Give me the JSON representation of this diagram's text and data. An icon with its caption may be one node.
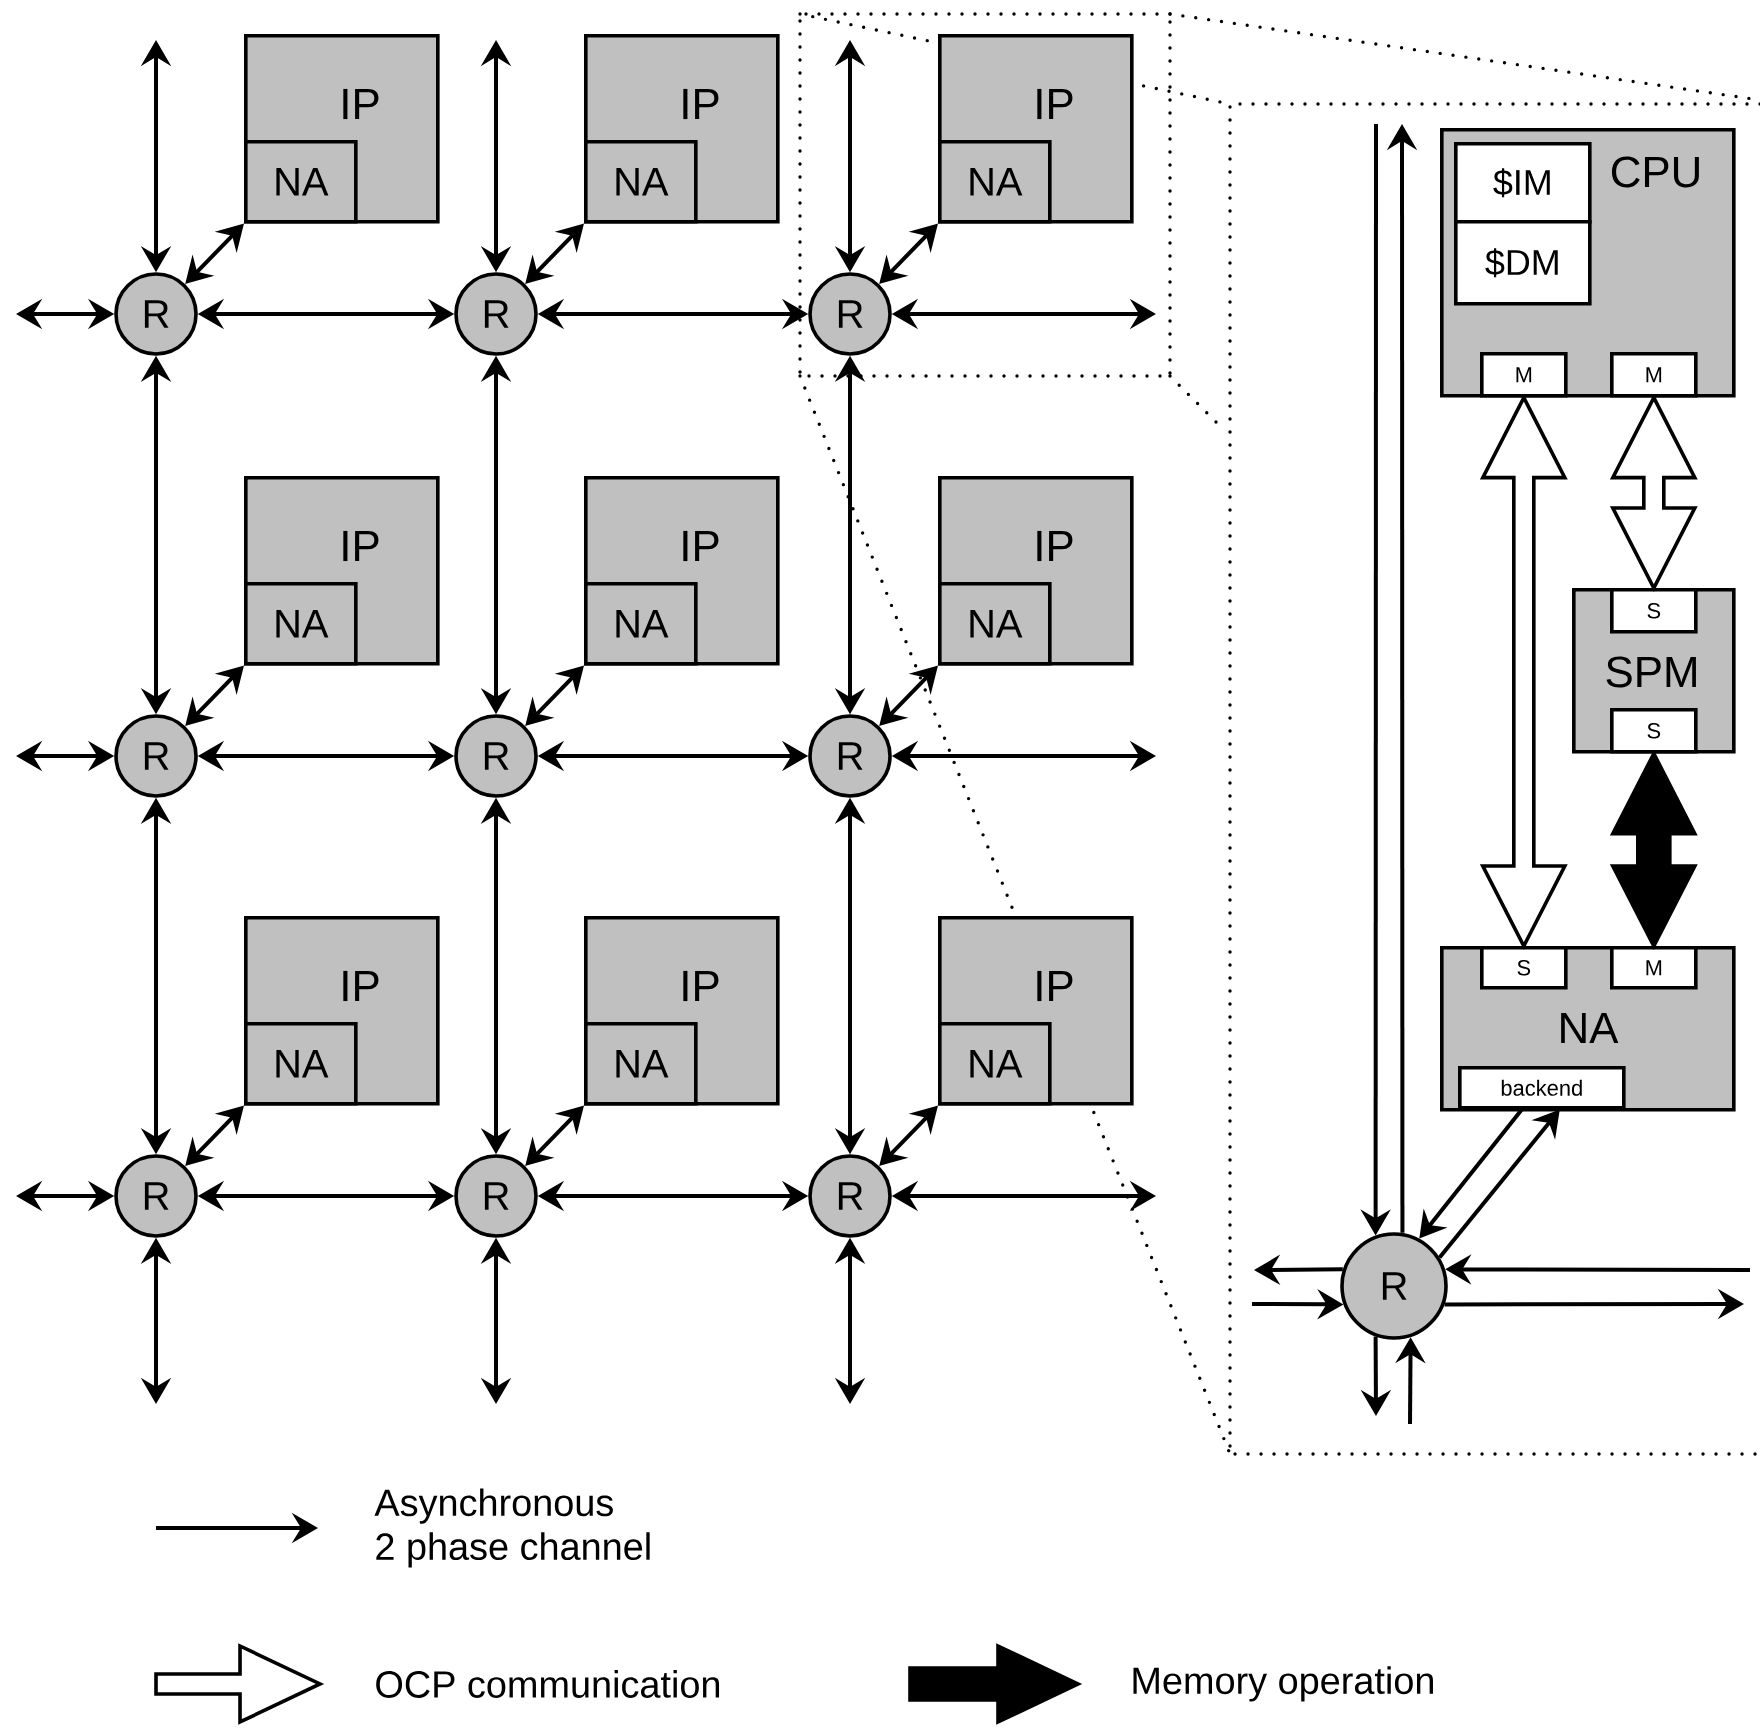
{
  "diagram": {
    "nodes": [
      {
        "text": [
          "IP"
        ]
      },
      {
        "text": [
          "NA"
        ],
        "in": 0
      },
      {
        "text": [
          "IP"
        ]
      },
      {
        "text": [
          "NA"
        ],
        "in": 2
      },
      {
        "text": [
          "IP"
        ]
      },
      {
        "text": [
          "NA"
        ],
        "in": 4
      },
      {
        "text": [
          "R"
        ]
      },
      {
        "text": [
          "R"
        ]
      },
      {
        "text": [
          "R"
        ]
      },
      {
        "text": [
          "IP"
        ]
      },
      {
        "text": [
          "NA"
        ],
        "in": 9
      },
      {
        "text": [
          "IP"
        ]
      },
      {
        "text": [
          "NA"
        ],
        "in": 11
      },
      {
        "text": [
          "IP"
        ]
      },
      {
        "text": [
          "NA"
        ],
        "in": 13
      },
      {
        "text": [
          "R"
        ]
      },
      {
        "text": [
          "R"
        ]
      },
      {
        "text": [
          "R"
        ]
      },
      {
        "text": [
          "IP"
        ]
      },
      {
        "text": [
          "NA"
        ],
        "in": 18
      },
      {
        "text": [
          "IP"
        ]
      },
      {
        "text": [
          "NA"
        ],
        "in": 20
      },
      {
        "text": [
          "IP"
        ]
      },
      {
        "text": [
          "NA"
        ],
        "in": 22
      },
      {
        "text": [
          "R"
        ]
      },
      {
        "text": [
          "R"
        ]
      },
      {
        "text": [
          "R"
        ]
      },
      {
        "text": [
          "CPU"
        ]
      },
      {
        "text": [
          "$IM"
        ],
        "in": 27
      },
      {
        "text": [
          "$DM"
        ],
        "in": 27
      },
      {
        "text": [
          "M"
        ],
        "in": 27
      },
      {
        "text": [
          "M"
        ],
        "in": 27
      },
      {
        "text": [
          "SPM"
        ]
      },
      {
        "text": [
          "S"
        ],
        "in": 32
      },
      {
        "text": [
          "S"
        ],
        "in": 32
      },
      {
        "text": [
          "NA"
        ]
      },
      {
        "text": [
          "S"
        ],
        "in": 35
      },
      {
        "text": [
          "M"
        ],
        "in": 35
      },
      {
        "text": [
          "backend"
        ],
        "in": 35
      },
      {
        "text": [
          "R"
        ]
      }
    ],
    "edges": [
      {
        "from": 1,
        "to": 6,
        "arrow": "both"
      },
      {
        "from": 6,
        "to": 7,
        "arrow": "both"
      },
      {
        "from": 6,
        "to": 15,
        "arrow": "both"
      },
      {
        "from": null,
        "to": 6,
        "arrow": "both"
      },
      {
        "from": null,
        "to": 6,
        "arrow": "both"
      },
      {
        "from": 3,
        "to": 7,
        "arrow": "both"
      },
      {
        "from": 7,
        "to": 8,
        "arrow": "both"
      },
      {
        "from": 7,
        "to": 16,
        "arrow": "both"
      },
      {
        "from": null,
        "to": 7,
        "arrow": "both"
      },
      {
        "from": 5,
        "to": 8,
        "arrow": "both"
      },
      {
        "from": 8,
        "to": null,
        "arrow": "both"
      },
      {
        "from": 8,
        "to": 17,
        "arrow": "both"
      },
      {
        "from": null,
        "to": 8,
        "arrow": "both"
      },
      {
        "from": 10,
        "to": 15,
        "arrow": "both"
      },
      {
        "from": 15,
        "to": 16,
        "arrow": "both"
      },
      {
        "from": 15,
        "to": 24,
        "arrow": "both"
      },
      {
        "from": null,
        "to": 15,
        "arrow": "both"
      },
      {
        "from": 12,
        "to": 16,
        "arrow": "both"
      },
      {
        "from": 16,
        "to": 17,
        "arrow": "both"
      },
      {
        "from": 16,
        "to": 25,
        "arrow": "both"
      },
      {
        "from": 14,
        "to": 17,
        "arrow": "both"
      },
      {
        "from": 17,
        "to": null,
        "arrow": "both"
      },
      {
        "from": 17,
        "to": 26,
        "arrow": "both"
      },
      {
        "from": 19,
        "to": 24,
        "arrow": "both"
      },
      {
        "from": 24,
        "to": 25,
        "arrow": "both"
      },
      {
        "from": 24,
        "to": null,
        "arrow": "both"
      },
      {
        "from": null,
        "to": 24,
        "arrow": "both"
      },
      {
        "from": 21,
        "to": 25,
        "arrow": "both"
      },
      {
        "from": 25,
        "to": 26,
        "arrow": "both"
      },
      {
        "from": 25,
        "to": null,
        "arrow": "both"
      },
      {
        "from": 23,
        "to": 26,
        "arrow": "both"
      },
      {
        "from": 26,
        "to": null,
        "arrow": "both"
      },
      {
        "from": 26,
        "to": null,
        "arrow": "both"
      },
      {
        "from": 30,
        "to": 36,
        "arrow": "both",
        "style": "thick",
        "color": "#ffffff"
      },
      {
        "from": 31,
        "to": 33,
        "arrow": "both",
        "style": "thick",
        "color": "#ffffff"
      },
      {
        "from": 34,
        "to": 37,
        "arrow": "both",
        "style": "thick"
      },
      {
        "from": null,
        "to": 39,
        "arrow": "to"
      },
      {
        "from": 39,
        "to": null,
        "arrow": "to"
      },
      {
        "from": 38,
        "to": 39,
        "arrow": "to"
      },
      {
        "from": 39,
        "to": 38,
        "arrow": "to"
      },
      {
        "from": 39,
        "to": null,
        "arrow": "to"
      },
      {
        "from": null,
        "to": 39,
        "arrow": "to"
      },
      {
        "from": null,
        "to": 39,
        "arrow": "to"
      },
      {
        "from": 39,
        "to": null,
        "arrow": "to"
      },
      {
        "from": 39,
        "to": null,
        "arrow": "to"
      },
      {
        "from": null,
        "to": 39,
        "arrow": "to"
      }
    ],
    "legend": [
      {
        "text": "Asynchronous 2 phase channel"
      },
      {
        "text": "OCP communication"
      },
      {
        "text": "Memory operation"
      }
    ]
  }
}
